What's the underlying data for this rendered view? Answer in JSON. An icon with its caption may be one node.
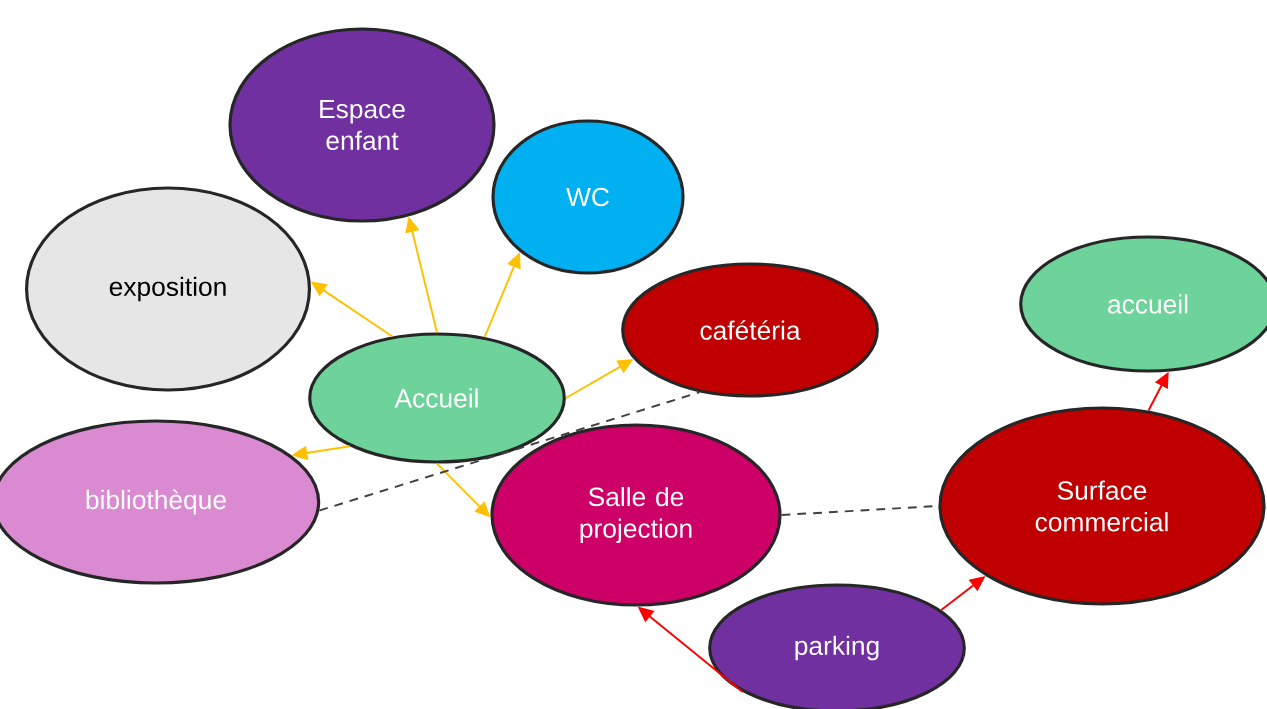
{
  "diagram": {
    "nodes": [
      {
        "text": [
          "Espace enfant"
        ]
      },
      {
        "text": [
          "WC"
        ]
      },
      {
        "text": [
          "exposition"
        ]
      },
      {
        "text": [
          "cafétéria"
        ]
      },
      {
        "text": [
          "accueil"
        ]
      },
      {
        "text": [
          "Accueil"
        ]
      },
      {
        "text": [
          "bibliothèque"
        ]
      },
      {
        "text": [
          "Salle de projection"
        ]
      },
      {
        "text": [
          "Surface commercial"
        ]
      },
      {
        "text": [
          "parking"
        ]
      }
    ],
    "edges": [
      {
        "from": 5,
        "to": 2,
        "arrow": "to"
      },
      {
        "from": 5,
        "to": 0,
        "arrow": "to"
      },
      {
        "from": 5,
        "to": 1,
        "arrow": "to"
      },
      {
        "from": 5,
        "to": 3,
        "arrow": "to"
      },
      {
        "from": 5,
        "to": 6,
        "arrow": "to"
      },
      {
        "from": 5,
        "to": 7,
        "arrow": "to"
      },
      {
        "from": 6,
        "to": 3,
        "arrow": "none",
        "style": "dashed",
        "color": "#404040"
      },
      {
        "from": 7,
        "to": 8,
        "arrow": "none",
        "style": "dashed",
        "color": "#404040"
      },
      {
        "from": 9,
        "to": 7,
        "arrow": "to",
        "color": "#ff0000"
      },
      {
        "from": 9,
        "to": 8,
        "arrow": "to",
        "color": "#ff0000"
      },
      {
        "from": 8,
        "to": 4,
        "arrow": "to",
        "color": "#ff0000"
      }
    ]
  }
}
